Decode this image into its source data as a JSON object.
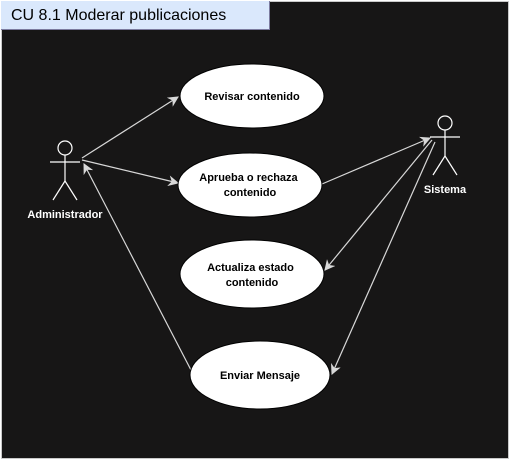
{
  "diagram": {
    "title": "CU 8.1 Moderar publicaciones",
    "actors": {
      "admin": "Administrador",
      "system": "Sistema"
    },
    "use_cases": {
      "review": [
        "Revisar contenido"
      ],
      "approve": [
        "Aprueba o rechaza",
        "contenido"
      ],
      "update": [
        "Actualiza estado",
        "contenido"
      ],
      "message": [
        "Enviar Mensaje"
      ]
    },
    "colors": {
      "background": "#171616",
      "title_fill": "#dae8fc",
      "line": "#d8d8d8",
      "node_fill": "#ffffff"
    }
  }
}
